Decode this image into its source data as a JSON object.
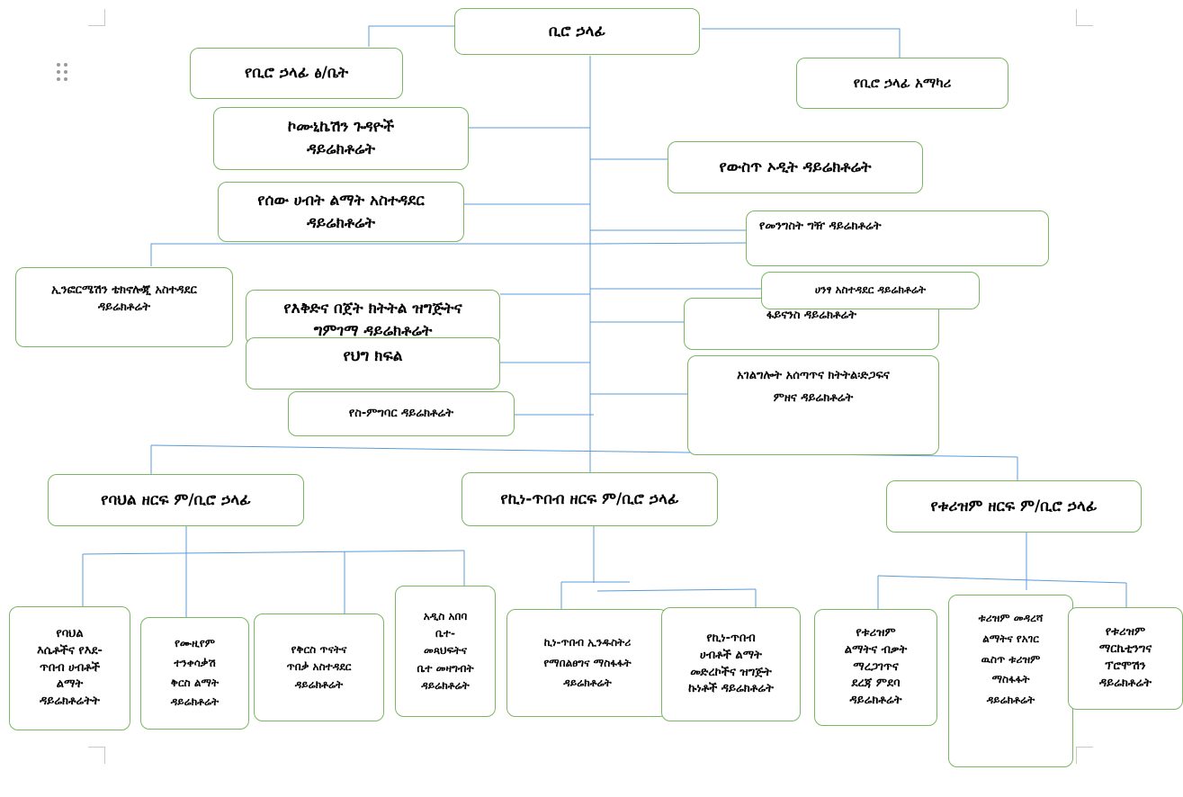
{
  "colors": {
    "box_border": "#7bb662",
    "connector": "#5b9bd5"
  },
  "icons": {
    "drag_handle": "drag-handle-icon"
  },
  "chart": {
    "root": {
      "lines": [
        "ቢሮ ኃላፊ"
      ]
    },
    "office_head": {
      "lines": [
        "የቢሮ ኃላፊ ፅ/ቤት"
      ]
    },
    "advisor": {
      "lines": [
        "የቢሮ ኃላፊ አማካሪ"
      ]
    },
    "communication": {
      "lines": [
        "ኮሙኒኬሽን ጉዳዮች",
        "ዳይሬክቶሬት"
      ]
    },
    "internal_audit": {
      "lines": [
        "የውስጥ ኦዲት ዳይሬክቶሬት"
      ]
    },
    "hr": {
      "lines": [
        "የሰው ሀብት ልማት አስተዳደር",
        "ዳይሬክቶሬት"
      ]
    },
    "procurement": {
      "lines": [
        "የመንግስት ግዥ ዳይሬክቶሬት"
      ]
    },
    "ict": {
      "lines": [
        "ኢንፎርሜሽን ቴክኖሎጂ አስተዳደር",
        "ዳይሬክቶሬት"
      ]
    },
    "property": {
      "lines": [
        "ሀንፃ አስተዳደር ዳይሬክቶሬት"
      ]
    },
    "planning": {
      "lines": [
        "የእቅድና በጀት ክትትል ዝግጅትና",
        "ግምገማ ዳይሬክቶሬት"
      ]
    },
    "finance": {
      "lines": [
        "ፋይናንስ ዳይሬክቶሬት"
      ]
    },
    "legal": {
      "lines": [
        "የህግ ክፍል"
      ]
    },
    "service_quality": {
      "lines": [
        "አገልግሎት አሰጣጥና ክትትል፡ድጋፍና",
        "ምዘና ዳይሬክቶሬት"
      ]
    },
    "inclusion": {
      "lines": [
        "የስ-ምግባር ዳይሬክቶሬት"
      ]
    },
    "culture_deputy": {
      "lines": [
        "የባህል ዘርፍ ም/ቢሮ ኃላፊ"
      ]
    },
    "arts_deputy": {
      "lines": [
        "የኪነ-ጥበብ ዘርፍ ም/ቢሮ ኃላፊ"
      ]
    },
    "tourism_deputy": {
      "lines": [
        "የቱሪዝም ዘርፍ ም/ቢሮ ኃላፊ"
      ]
    },
    "culture_values": {
      "lines": [
        "የባህል",
        "እሴቶችና የእደ-",
        "ጥበብ ሀብቶች",
        "ልማት",
        "ዳይሬክቶሬትት"
      ]
    },
    "museum": {
      "lines": [
        "የሙዚየም",
        "ተንቀሳቃሽ",
        "ቅርስ ልማት",
        "ዳይሬክቶሬት"
      ]
    },
    "heritage": {
      "lines": [
        "የቅርስ ጥናትና",
        "ጥበቃ አስተዳደር",
        "ዳይሬክቶሬት"
      ]
    },
    "library": {
      "lines": [
        "አዲስ አበባ",
        "ቤተ-",
        "መጻህፍትና",
        "ቤተ መዛግብት",
        "ዳይሬክቶሬት"
      ]
    },
    "arts_industry": {
      "lines": [
        "ኪነ-ጥበብ ኢንዱስትሪ",
        "የማበልፀግና ማስፋፋት",
        "ዳይሬክቶሬት"
      ]
    },
    "arts_resources": {
      "lines": [
        "የኪነ-ጥበብ",
        "ሀብቶች ልማት",
        "መድረኮችና ዝግጅት",
        "ኩነቶች ዳይሬክቶሬት"
      ]
    },
    "tourism_dev": {
      "lines": [
        "የቱሪዝም",
        "ልማትና ብቃት",
        "ማረጋገጥና",
        "ደረጃ ምደባ",
        "ዳይሬክቶሬት"
      ]
    },
    "tourism_destination": {
      "lines": [
        "ቱሪዝም መዳረሻ",
        "ልማትና የአገር",
        "ዉስጥ ቱሪዝም",
        "ማስፋፋት",
        "ዳይሬክቶሬት"
      ]
    },
    "tourism_marketing": {
      "lines": [
        "የቱሪዝም",
        "ማርኬቲንግና",
        "ፕሮሞሽን",
        "ዳይሬክቶሬት"
      ]
    }
  }
}
